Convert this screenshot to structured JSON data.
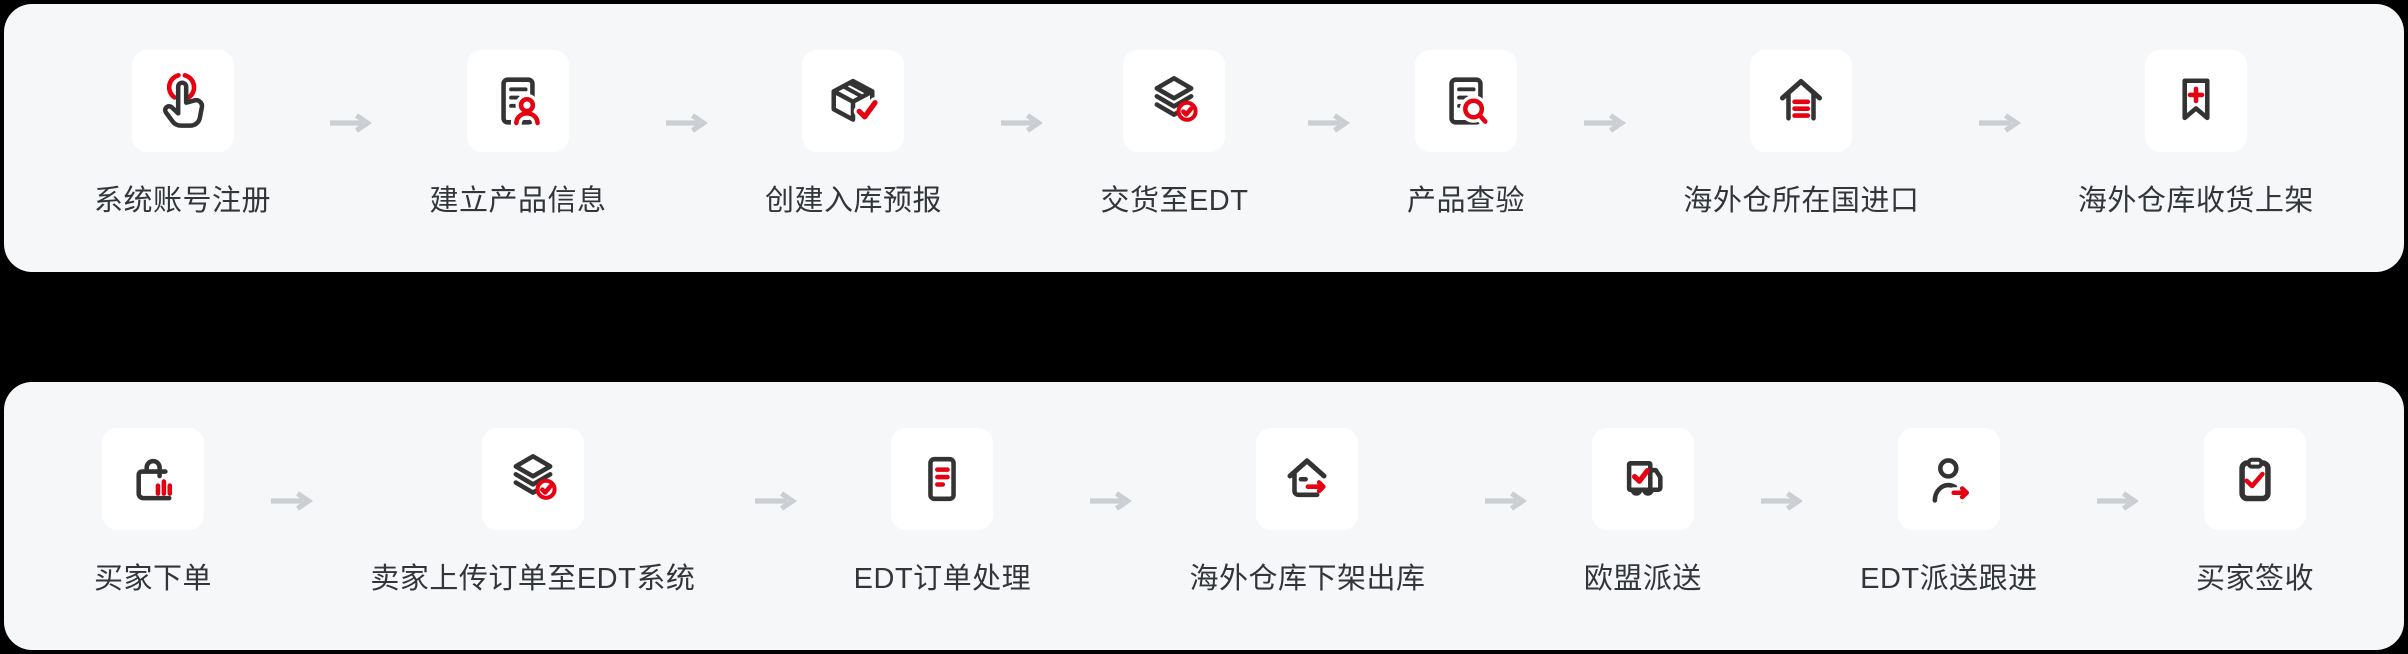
{
  "page": {
    "type": "logistics-process-flow",
    "colors": {
      "background": "#000000",
      "panel": "#f6f7f9",
      "tile": "#ffffff",
      "icon_stroke": "#333333",
      "accent_red": "#e60012",
      "arrow": "#cbced3",
      "label": "#32353a"
    }
  },
  "flow": {
    "rows": [
      {
        "name": "inbound-flow",
        "steps": [
          {
            "label": "系统账号注册",
            "icon": "tap-icon"
          },
          {
            "label": "建立产品信息",
            "icon": "product-info-doc-icon"
          },
          {
            "label": "创建入库预报",
            "icon": "package-check-icon"
          },
          {
            "label": "交货至EDT",
            "icon": "layers-check-icon"
          },
          {
            "label": "产品查验",
            "icon": "doc-search-icon"
          },
          {
            "label": "海外仓所在国进口",
            "icon": "warehouse-import-icon"
          },
          {
            "label": "海外仓库收货上架",
            "icon": "bookmark-add-icon"
          }
        ]
      },
      {
        "name": "outbound-flow",
        "steps": [
          {
            "label": "买家下单",
            "icon": "shopping-bag-icon"
          },
          {
            "label": "卖家上传订单至EDT系统",
            "icon": "layers-check-icon"
          },
          {
            "label": "EDT订单处理",
            "icon": "order-list-icon"
          },
          {
            "label": "海外仓库下架出库",
            "icon": "warehouse-out-icon"
          },
          {
            "label": "欧盟派送",
            "icon": "truck-check-icon"
          },
          {
            "label": "EDT派送跟进",
            "icon": "person-forward-icon"
          },
          {
            "label": "买家签收",
            "icon": "clipboard-check-icon"
          }
        ]
      }
    ]
  }
}
